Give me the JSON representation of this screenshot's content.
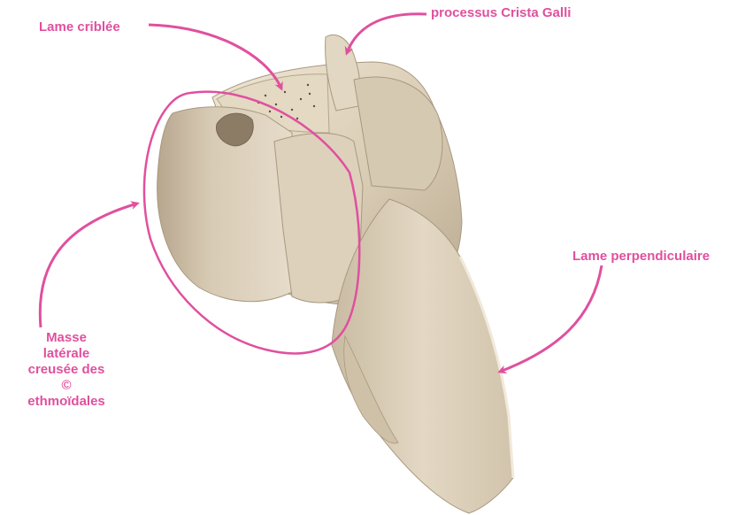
{
  "colors": {
    "annotation": "#E0509E",
    "bone_light": "#E7DDCB",
    "bone_mid": "#CDBFA6",
    "bone_dark": "#A89880",
    "background": "#FFFFFF"
  },
  "labels": {
    "lame_criblee": "Lame criblée",
    "crista_galli": "processus Crista Galli",
    "lame_perpendiculaire": "Lame perpendiculaire",
    "masse_laterale": [
      "Masse",
      "latérale",
      "creusée des",
      "©",
      "ethmoïdales"
    ]
  }
}
